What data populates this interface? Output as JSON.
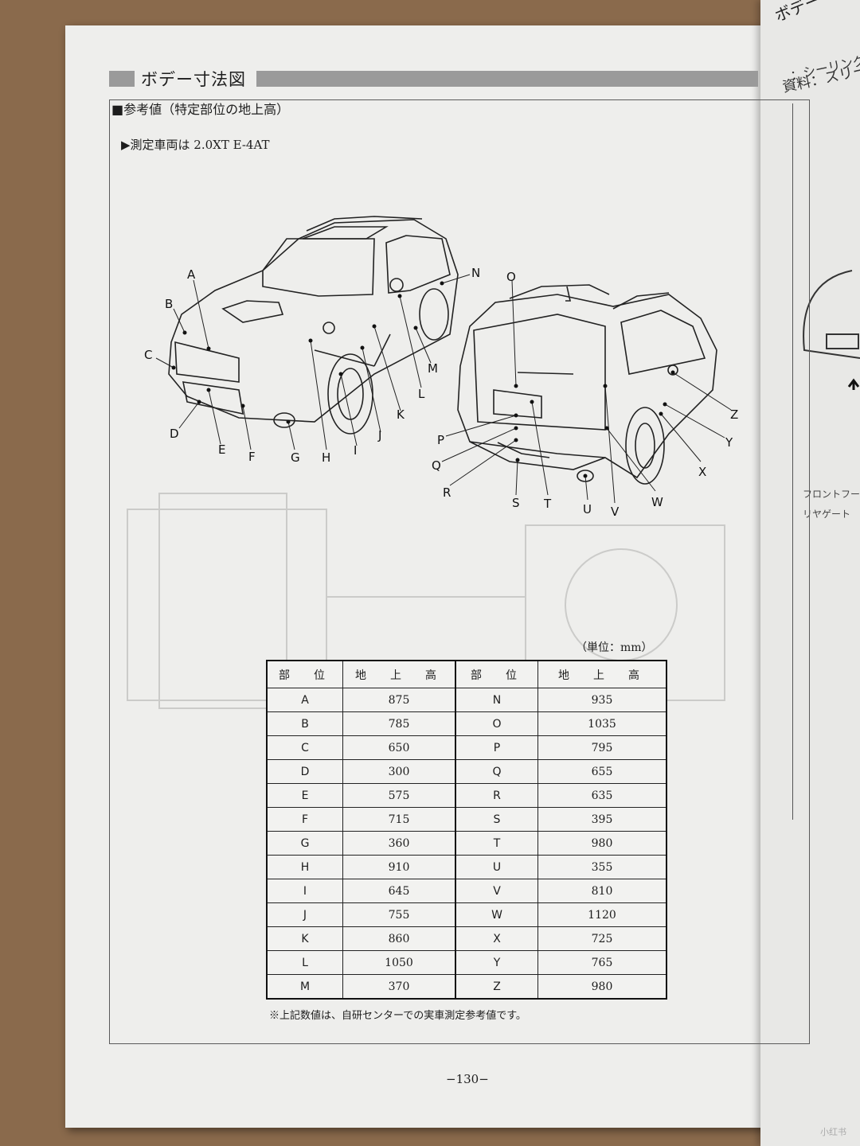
{
  "section": {
    "title": "ボデー寸法図"
  },
  "subheading": "■参考値（特定部位の地上高）",
  "vehicle_note": "▶測定車両は 2.0XT E-4AT",
  "front_labels": [
    "A",
    "B",
    "C",
    "D",
    "E",
    "F",
    "G",
    "H",
    "I",
    "J",
    "K",
    "L",
    "M",
    "N"
  ],
  "rear_labels": [
    "O",
    "P",
    "Q",
    "R",
    "S",
    "T",
    "U",
    "V",
    "W",
    "X",
    "Y",
    "Z"
  ],
  "unit_label": "（単位：mm）",
  "table": {
    "headers": [
      "部　位",
      "地　上　高",
      "部　位",
      "地　上　高"
    ],
    "rows": [
      [
        "A",
        "875",
        "N",
        "935"
      ],
      [
        "B",
        "785",
        "O",
        "1035"
      ],
      [
        "C",
        "650",
        "P",
        "795"
      ],
      [
        "D",
        "300",
        "Q",
        "655"
      ],
      [
        "E",
        "575",
        "R",
        "635"
      ],
      [
        "F",
        "715",
        "S",
        "395"
      ],
      [
        "G",
        "360",
        "T",
        "980"
      ],
      [
        "H",
        "910",
        "U",
        "355"
      ],
      [
        "I",
        "645",
        "V",
        "810"
      ],
      [
        "J",
        "755",
        "W",
        "1120"
      ],
      [
        "K",
        "860",
        "X",
        "725"
      ],
      [
        "L",
        "1050",
        "Y",
        "765"
      ],
      [
        "M",
        "370",
        "Z",
        "980"
      ]
    ]
  },
  "footnote": "※上記数値は、自研センターでの実車測定参考値です。",
  "page_number": "−130−",
  "next_page": {
    "title": "ボデー",
    "sub": "資料：スリー",
    "sub2": "：シーリング",
    "line1": "フロントフード",
    "line2": "リヤゲート"
  },
  "watermark": "小红书"
}
